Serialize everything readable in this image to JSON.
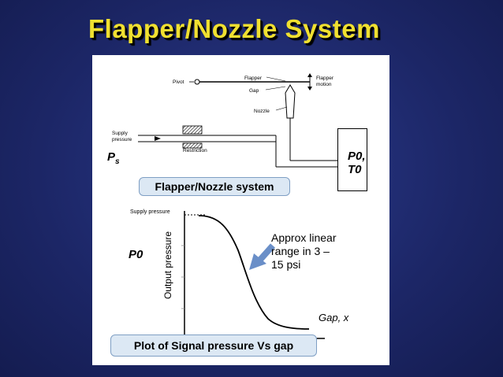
{
  "title": "Flapper/Nozzle System",
  "schematic": {
    "labels": {
      "pivot": "Pivot",
      "flapper": "Flapper",
      "gap": "Gap",
      "nozzle": "Nozzle",
      "flapper_motion_1": "Flapper",
      "flapper_motion_2": "motion",
      "supply_pressure_1": "Supply",
      "supply_pressure_2": "pressure",
      "restriction": "Restriction"
    },
    "ps_label": "P",
    "ps_sub": "s",
    "p0_line1": "P0,",
    "p0_line2": "T0",
    "caption": "Flapper/Nozzle system"
  },
  "plot": {
    "supply_pressure_label": "Supply pressure",
    "y_axis_label": "Output pressure",
    "p0_label": "P0",
    "annotation": "Approx linear range in 3 – 15 psi",
    "annotation_lines": [
      "Approx linear",
      "range in 3 –",
      "15 psi"
    ],
    "x_label": "Gap, x",
    "caption": "Plot of Signal pressure Vs gap"
  },
  "colors": {
    "background": "#1f2a6b",
    "title": "#f0e030",
    "caption_fill": "#dce8f4",
    "arrow": "#6a8fc8"
  }
}
